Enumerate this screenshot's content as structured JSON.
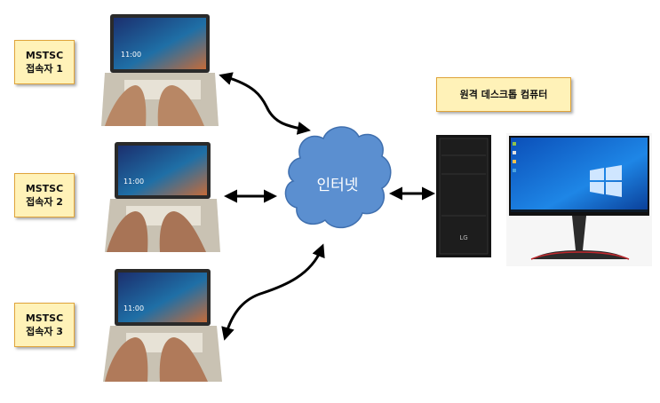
{
  "clients": [
    {
      "line1": "MSTSC",
      "line2": "접속자 1"
    },
    {
      "line1": "MSTSC",
      "line2": "접속자 2"
    },
    {
      "line1": "MSTSC",
      "line2": "접속자 3"
    }
  ],
  "laptop_screen_time": "11:00",
  "cloud_label": "인터넷",
  "remote_label": "원격 데스크톱 컴퓨터",
  "tower_logo": "LG",
  "colors": {
    "label_fill": "#fff2b8",
    "label_border": "#e0a43a",
    "cloud_fill": "#5b8fd0",
    "cloud_stroke": "#3f6fae",
    "arrow": "#000000",
    "monitor_screen": "#1a74d8",
    "monitor_stand_accent": "#c0282d"
  }
}
